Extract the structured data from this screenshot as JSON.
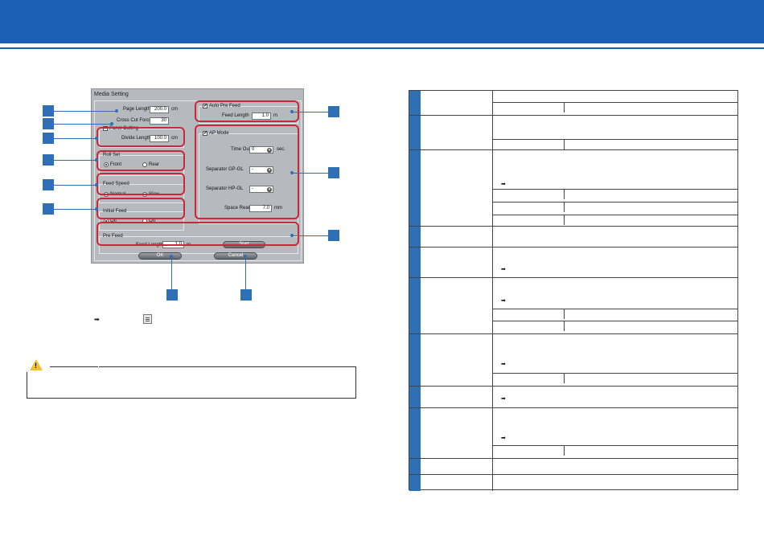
{
  "dialog": {
    "title": "Media Setting",
    "page_length_label": "Page Length",
    "page_length_value": "200.0",
    "page_length_unit": "cm",
    "cross_cut_force_label": "Cross Cut Force",
    "cross_cut_force_value": "30",
    "panel_cutting_label": "Panel Cutting",
    "panel_cutting_check": "✔",
    "divide_length_label": "Divide Length",
    "divide_length_value": "100.0",
    "divide_length_unit": "cm",
    "roll_set_label": "Roll Set",
    "roll_set_front": "Front",
    "roll_set_rear": "Rear",
    "feed_speed_label": "Feed Speed",
    "feed_speed_normal": "Normal",
    "feed_speed_slow": "Slow",
    "initial_feed_label": "Initial Feed",
    "initial_feed_off": "Off",
    "initial_feed_on": "On",
    "auto_pre_feed_label": "Auto Pre Feed",
    "auto_pre_feed_check": "✔",
    "auto_feed_length_label": "Feed Length",
    "auto_feed_length_value": "1.0",
    "auto_feed_length_unit": "m",
    "ap_mode_label": "AP Mode",
    "ap_mode_check": "✔",
    "time_out_label": "Time Out",
    "time_out_value": "0",
    "time_out_unit": "sec.",
    "separator_gp_label": "Separator GP-GL",
    "separator_gp_value": "-",
    "separator_hp_label": "Separator HP-GL",
    "separator_hp_value": "-",
    "space_rear_label": "Space Rear",
    "space_rear_value": "7.0",
    "space_rear_unit": "mm",
    "pre_feed_label": "Pre Feed",
    "pre_feed_length_label": "Feed Length",
    "pre_feed_length_value": "1.0",
    "pre_feed_length_unit": "m",
    "start_button": "Start",
    "ok_button": "OK",
    "cancel_button": "Cancel",
    "combo_arrow": "▾"
  },
  "reference": {
    "arrow": "➡"
  },
  "caution": {
    "icon": "!"
  },
  "table": {
    "arrow": "➡"
  },
  "colors": {
    "header_blue": "#1c5fb3",
    "marker_blue": "#2f6fb5",
    "highlight_red": "#c8283a",
    "caution_yellow": "#f2c12e"
  }
}
